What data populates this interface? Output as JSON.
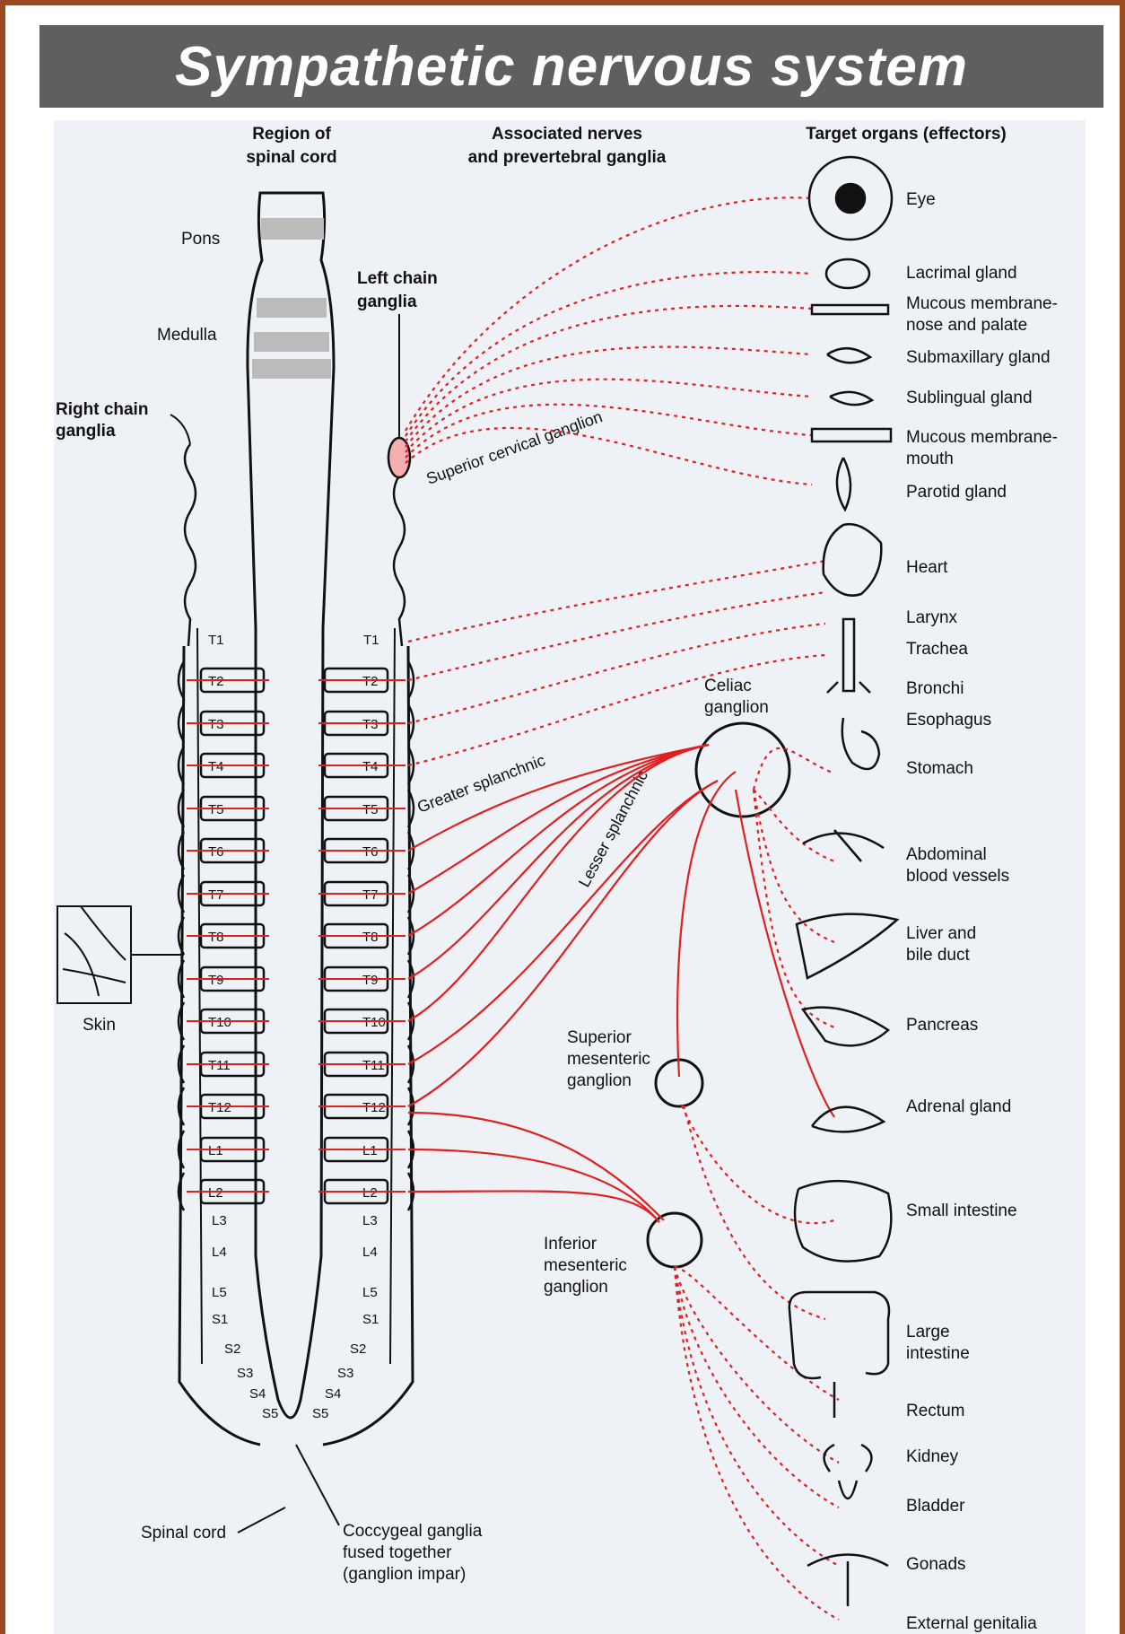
{
  "title": "Sympathetic nervous system",
  "headers": {
    "region_line1": "Region of",
    "region_line2": "spinal cord",
    "nerves_line1": "Associated nerves",
    "nerves_line2": "and prevertebral ganglia",
    "targets": "Target organs (effectors)"
  },
  "cord_labels": {
    "pons": "Pons",
    "medulla": "Medulla",
    "left_chain_line1": "Left chain",
    "left_chain_line2": "ganglia",
    "right_chain_line1": "Right chain",
    "right_chain_line2": "ganglia",
    "skin": "Skin",
    "spinal_cord": "Spinal cord",
    "coccygeal_line1": "Coccygeal ganglia",
    "coccygeal_line2": "fused together",
    "coccygeal_line3": "(ganglion impar)"
  },
  "ganglia": {
    "superior_cervical": "Superior cervical ganglion",
    "celiac_line1": "Celiac",
    "celiac_line2": "ganglion",
    "greater_splanchnic": "Greater splanchnic",
    "lesser_splanchnic": "Lesser splanchnic",
    "sup_mes_line1": "Superior",
    "sup_mes_line2": "mesenteric",
    "sup_mes_line3": "ganglion",
    "inf_mes_line1": "Inferior",
    "inf_mes_line2": "mesenteric",
    "inf_mes_line3": "ganglion"
  },
  "segments_boxed": [
    "T2",
    "T3",
    "T4",
    "T5",
    "T6",
    "T7",
    "T8",
    "T9",
    "T10",
    "T11",
    "T12",
    "L1",
    "L2"
  ],
  "segment_t1": "T1",
  "segments_lower": [
    "L3",
    "L4",
    "L5",
    "S1",
    "S2",
    "S3",
    "S4",
    "S5"
  ],
  "organs": [
    "Eye",
    "Lacrimal gland",
    "Mucous membrane-",
    "nose and palate",
    "Submaxillary gland",
    "Sublingual gland",
    "Mucous membrane-",
    "mouth",
    "Parotid gland",
    "Heart",
    "Larynx",
    "Trachea",
    "Bronchi",
    "Esophagus",
    "Stomach",
    "Abdominal",
    "blood vessels",
    "Liver and",
    "bile duct",
    "Pancreas",
    "Adrenal gland",
    "Small intestine",
    "Large",
    "intestine",
    "Rectum",
    "Kidney",
    "Bladder",
    "Gonads",
    "External genitalia"
  ],
  "colors": {
    "nerve_red": "#e02020",
    "title_bg": "#5f5f5f",
    "frame": "#9a4a1c",
    "panel": "#eef2f6"
  }
}
